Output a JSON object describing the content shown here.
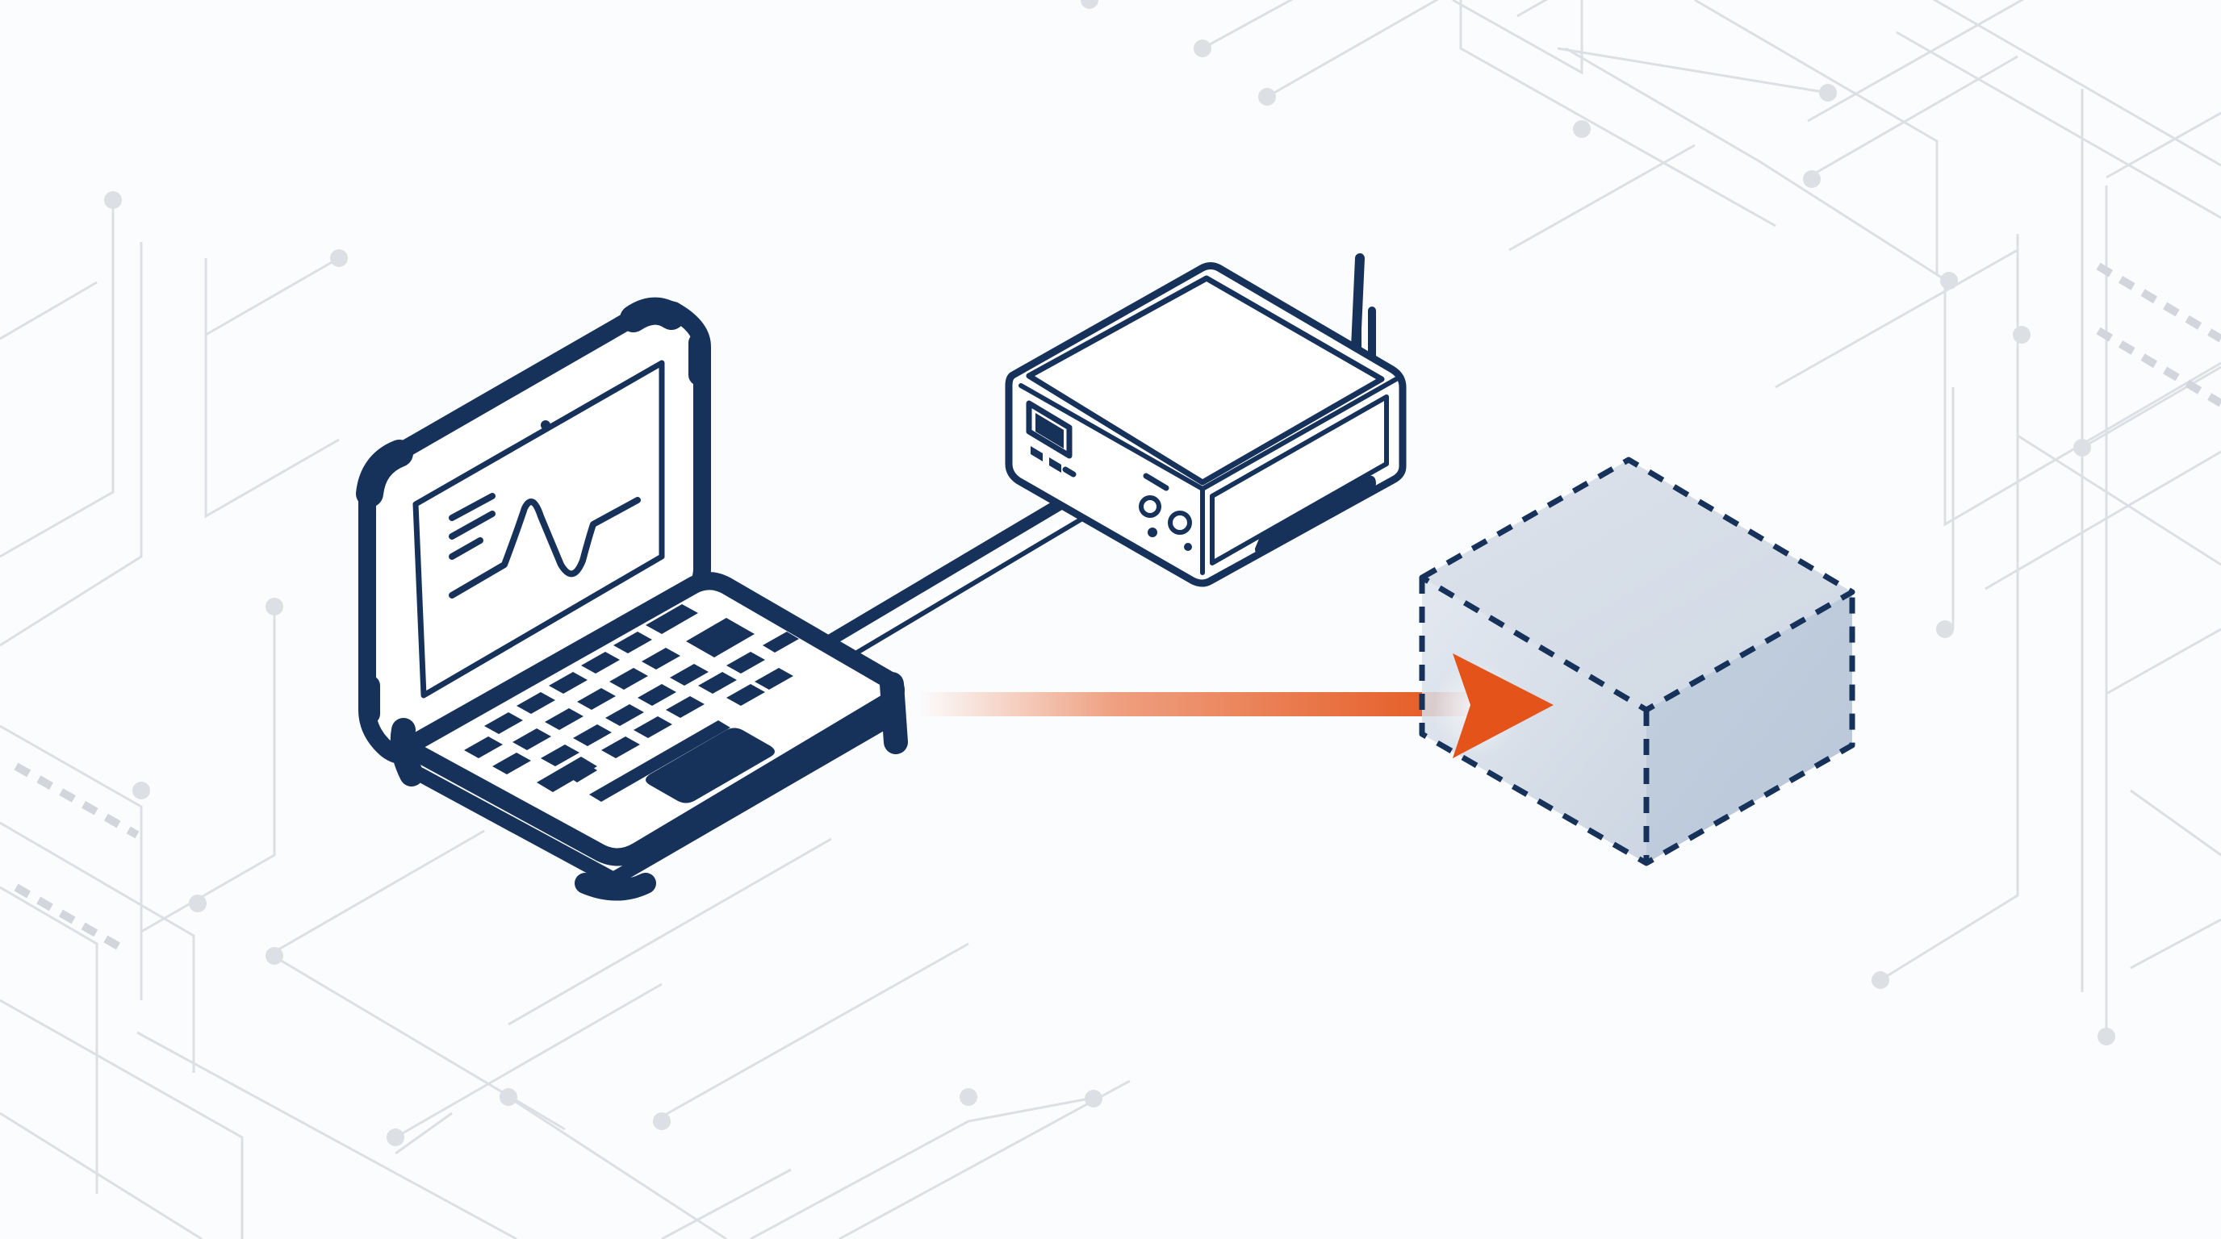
{
  "colors": {
    "background": "#fbfcfd",
    "outline": "#17325a",
    "arrow": "#e4541a",
    "circuit": "#dcdfe3",
    "cube_fill": "#c3cedd"
  },
  "diagram": {
    "nodes": [
      {
        "id": "laptop",
        "icon": "laptop-icon",
        "screen_content": "waveform"
      },
      {
        "id": "router",
        "icon": "router-icon",
        "antennas": 2
      },
      {
        "id": "virtual-box",
        "icon": "dashed-cube-icon",
        "style": "dashed-translucent"
      }
    ],
    "edges": [
      {
        "from": "laptop",
        "to": "router",
        "kind": "cable"
      },
      {
        "from": "laptop",
        "to": "virtual-box",
        "kind": "arrow"
      }
    ],
    "background_pattern": "circuit-traces"
  }
}
